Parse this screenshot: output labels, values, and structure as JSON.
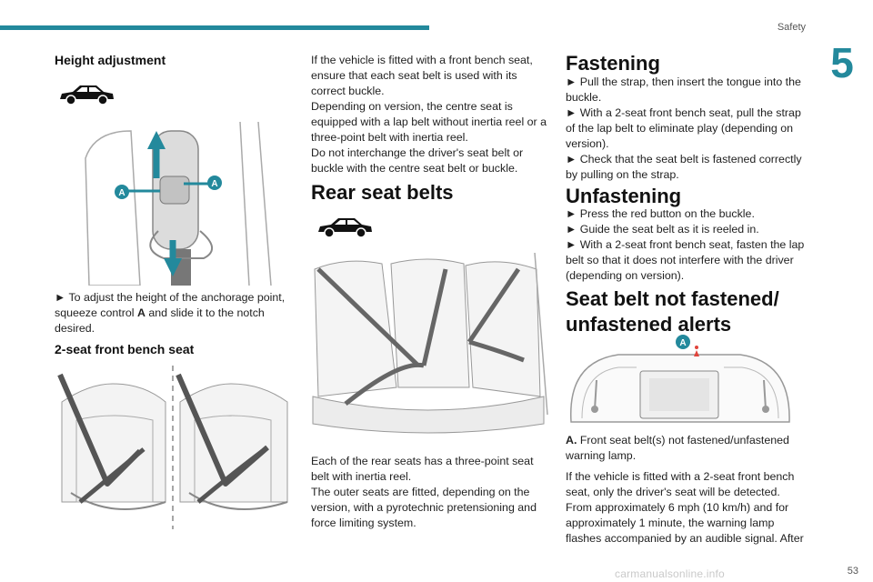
{
  "header": {
    "section": "Safety",
    "chapter_number": "5",
    "page_number": "53"
  },
  "col1": {
    "height_adjustment_title": "Height adjustment",
    "figure_label_a": "A",
    "step_arrow": "►",
    "instruction_pre": "To adjust the height of the anchorage point, squeeze control",
    "instruction_bold": "A",
    "instruction_post": "and slide it to the notch desired.",
    "bench_title": "2-seat front bench seat"
  },
  "col2": {
    "p1": "If the vehicle is fitted with a front bench seat, ensure that each seat belt is used with its correct buckle.",
    "p2": "Depending on version, the centre seat is equipped with a lap belt without inertia reel or a three-point belt with inertia reel.",
    "p3": "Do not interchange the driver's seat belt or buckle with the centre seat belt or buckle.",
    "rear_title": "Rear seat belts",
    "p4": "Each of the rear seats has a three-point seat belt with inertia reel.",
    "p5": "The outer seats are fitted, depending on the version, with a pyrotechnic pretensioning and force limiting system."
  },
  "col3": {
    "fastening_title": "Fastening",
    "fastening_steps": [
      "Pull the strap, then insert the tongue into the buckle.",
      "With a 2-seat front bench seat, pull the strap of the lap belt to eliminate play (depending on version).",
      "Check that the seat belt is fastened correctly by pulling on the strap."
    ],
    "unfastening_title": "Unfastening",
    "unfastening_steps": [
      "Press the red button on the buckle.",
      "Guide the seat belt as it is reeled in.",
      "With a 2-seat front bench seat, fasten the lap belt so that it does not interfere with the driver (depending on version)."
    ],
    "alerts_title_line1": "Seat belt not fastened/",
    "alerts_title_line2": "unfastened alerts",
    "dash_label": "A",
    "caption_letter": "A.",
    "caption_text": "Front seat belt(s) not fastened/unfastened warning lamp.",
    "p_alert": "If the vehicle is fitted with a 2-seat front bench seat, only the driver's seat will be detected. From approximately 6 mph (10 km/h) and for approximately 1 minute, the warning lamp flashes accompanied by an audible signal. After"
  },
  "watermark": "carmanualsonline.info",
  "colors": {
    "accent": "#23899c",
    "warning": "#e0443c"
  }
}
